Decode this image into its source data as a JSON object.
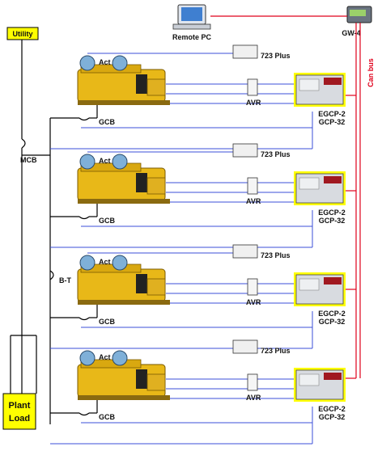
{
  "labels": {
    "utility": "Utility",
    "remote_pc": "Remote PC",
    "gw4": "GW-4",
    "can_bus": "Can bus",
    "mcb": "MCB",
    "bt": "B-T",
    "plant_load_line1": "Plant",
    "plant_load_line2": "Load"
  },
  "gensets": [
    {
      "act": "Act",
      "gov": "723 Plus",
      "avr": "AVR",
      "gcb": "GCB",
      "ctrl1": "EGCP-2",
      "ctrl2": "GCP-32"
    },
    {
      "act": "Act",
      "gov": "723 Plus",
      "avr": "AVR",
      "gcb": "GCB",
      "ctrl1": "EGCP-2",
      "ctrl2": "GCP-32"
    },
    {
      "act": "Act",
      "gov": "723 Plus",
      "avr": "AVR",
      "gcb": "GCB",
      "ctrl1": "EGCP-2",
      "ctrl2": "GCP-32"
    },
    {
      "act": "Act",
      "gov": "723 Plus",
      "avr": "AVR",
      "gcb": "GCB",
      "ctrl1": "EGCP-2",
      "ctrl2": "GCP-32"
    }
  ],
  "colors": {
    "power_line": "#000000",
    "signal_line": "#3b4fd8",
    "can_bus": "#e0001b",
    "highlight_box": "#ffff00",
    "engine": "#e8b818"
  }
}
